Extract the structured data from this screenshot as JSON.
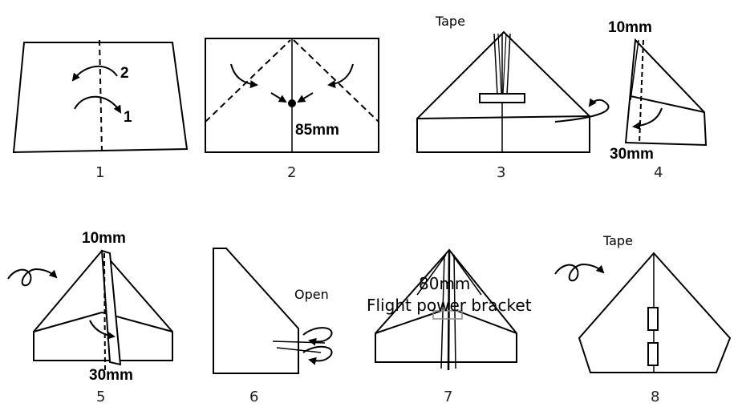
{
  "steps": [
    {
      "number": "1",
      "labels": [
        "2",
        "1"
      ]
    },
    {
      "number": "2",
      "labels": [
        "85mm"
      ]
    },
    {
      "number": "3",
      "labels": [
        "Tape"
      ]
    },
    {
      "number": "4",
      "labels": [
        "10mm",
        "30mm"
      ]
    },
    {
      "number": "5",
      "labels": [
        "10mm",
        "30mm"
      ]
    },
    {
      "number": "6",
      "labels": [
        "Open"
      ]
    },
    {
      "number": "7",
      "labels": [
        "80mm",
        "Flight power bracket"
      ]
    },
    {
      "number": "8",
      "labels": [
        "Tape"
      ]
    }
  ]
}
